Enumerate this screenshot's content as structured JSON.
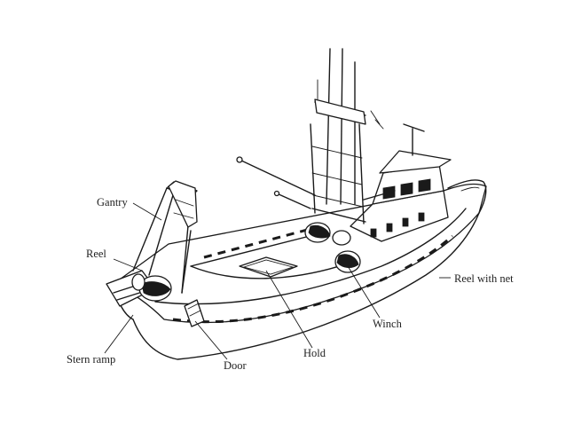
{
  "diagram": {
    "labels": {
      "gantry": "Gantry",
      "reel": "Reel",
      "stern_ramp": "Stern ramp",
      "door": "Door",
      "hold": "Hold",
      "winch": "Winch",
      "reel_with_net": "Reel with net"
    }
  }
}
